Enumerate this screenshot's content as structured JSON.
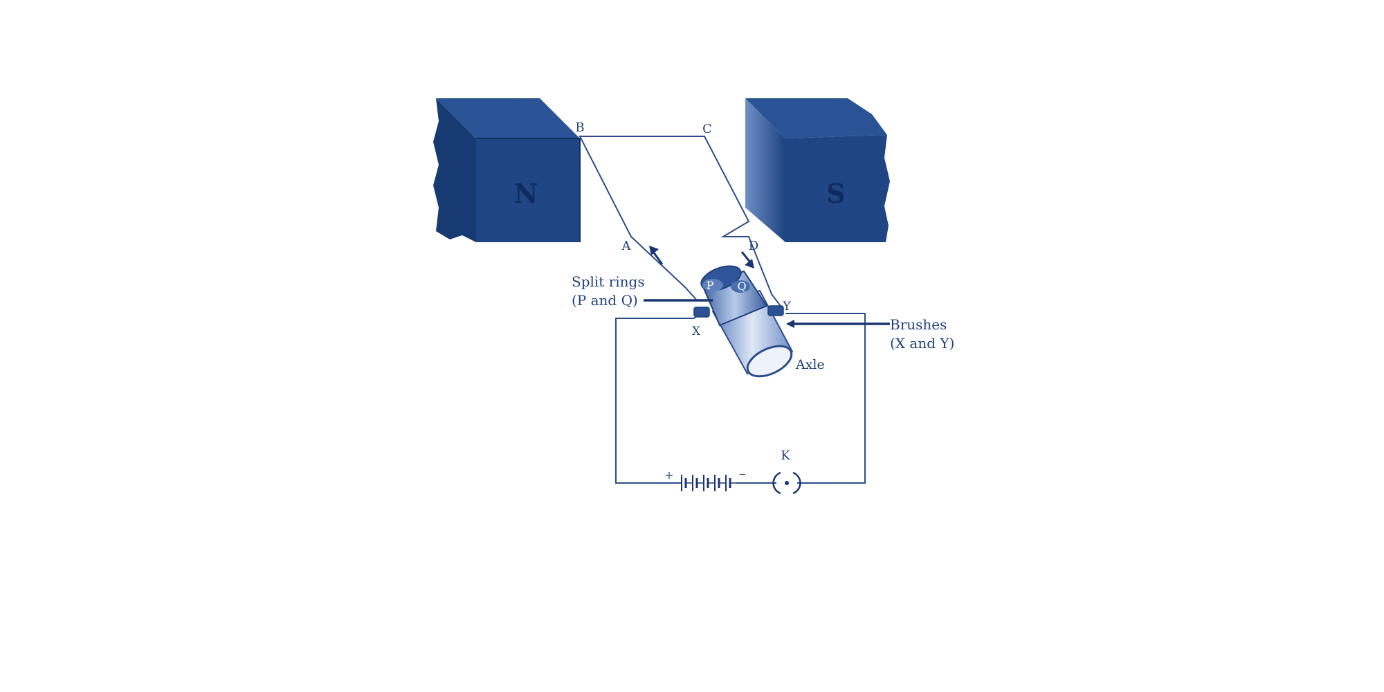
{
  "magnets": {
    "north": "N",
    "south": "S"
  },
  "coil_labels": {
    "a": "A",
    "b": "B",
    "c": "C",
    "d": "D"
  },
  "rings": {
    "p": "P",
    "q": "Q"
  },
  "callouts": {
    "split_rings_line1": "Split rings",
    "split_rings_line2": "(P and Q)",
    "brushes_line1": "Brushes",
    "brushes_line2": "(X and Y)",
    "axle": "Axle"
  },
  "brush_labels": {
    "x": "X",
    "y": "Y"
  },
  "circuit": {
    "battery_plus": "+",
    "battery_minus": "−",
    "key": "K"
  },
  "colors": {
    "magnet_front": "#1f4585",
    "magnet_top": "#2a5396",
    "magnet_side": "#173a72",
    "line": "#2b4c8a",
    "text": "#1f3f7a"
  }
}
